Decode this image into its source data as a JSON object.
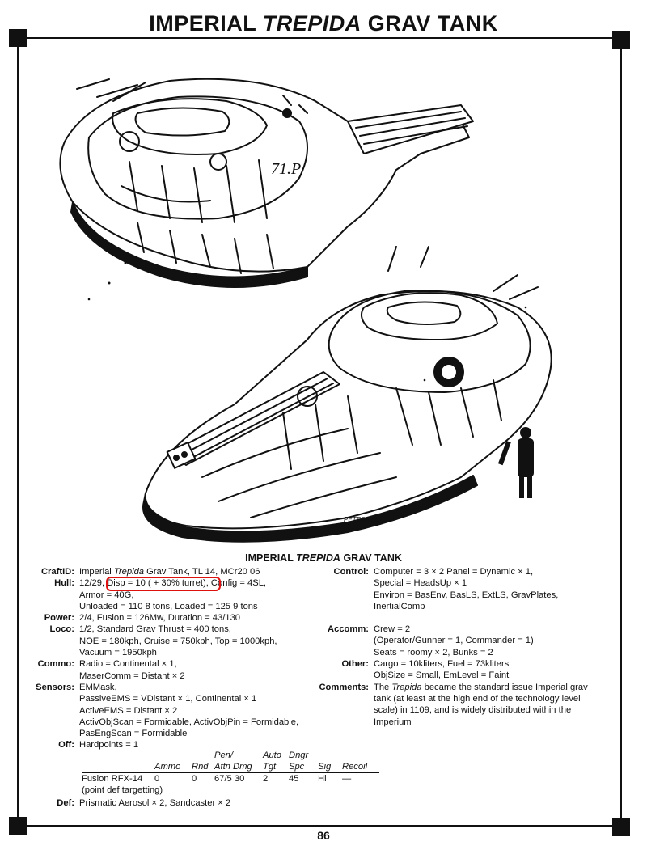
{
  "page": {
    "title_pre": "IMPERIAL ",
    "title_it": "TREPIDA",
    "title_post": " GRAV TANK",
    "page_number": "86"
  },
  "art": {
    "sig1": "PETERS 88",
    "sig2": "PETERS 88",
    "hull_mark": "71.P"
  },
  "block": {
    "title_pre": "IMPERIAL ",
    "title_it": "TREPIDA",
    "title_post": " GRAV TANK"
  },
  "left": {
    "craftid_label": "CraftID:",
    "craftid_pre": "Imperial ",
    "craftid_it": "Trepida",
    "craftid_post": " Grav Tank, TL 14, MCr20 06",
    "hull_label": "Hull:",
    "hull_a": "12/29,",
    "hull_disp": "Disp = 10 ( + 30% turret),",
    "hull_b": " Config = 4SL,",
    "hull_2": "Armor = 40G,",
    "hull_3": "Unloaded = 110 8 tons, Loaded = 125 9 tons",
    "power_label": "Power:",
    "power": "2/4, Fusion = 126Mw, Duration = 43/130",
    "loco_label": "Loco:",
    "loco_1": "1/2, Standard Grav Thrust = 400 tons,",
    "loco_2": "NOE = 180kph, Cruise = 750kph, Top = 1000kph,",
    "loco_3": "Vacuum = 1950kph",
    "commo_label": "Commo:",
    "commo_1": "Radio = Continental × 1,",
    "commo_2": "MaserComm = Distant × 2",
    "sensors_label": "Sensors:",
    "sensors_1": "EMMask,",
    "sensors_2": "PassiveEMS = VDistant × 1, Continental × 1",
    "sensors_3": "ActiveEMS = Distant × 2",
    "sensors_4": "ActivObjScan = Formidable, ActivObjPin = Formidable,",
    "sensors_5": "PasEngScan = Formidable",
    "off_label": "Off:",
    "off": "Hardpoints = 1",
    "def_label": "Def:",
    "def": "Prismatic Aerosol × 2, Sandcaster × 2"
  },
  "weapons": {
    "h1_attn": "Pen/",
    "h1_tgt": "Auto",
    "h1_spc": "Dngr",
    "h2_ammo": "Ammo",
    "h2_rnd": "Rnd",
    "h2_attn": "Attn Dmg",
    "h2_tgt": "Tgt",
    "h2_spc": "Spc",
    "h2_sig": "Sig",
    "h2_recoil": "Recoil",
    "w_name": "Fusion RFX-14",
    "w_ammo": "0",
    "w_rnd": "0",
    "w_attn": "67/5 30",
    "w_tgt": "2",
    "w_spc": "45",
    "w_sig": "Hi",
    "w_recoil": "—",
    "w_note": "(point def targetting)"
  },
  "right": {
    "control_label": "Control:",
    "control_1": "Computer = 3 × 2 Panel = Dynamic × 1,",
    "control_2": "Special = HeadsUp × 1",
    "control_3": "Environ = BasEnv, BasLS, ExtLS, GravPlates,",
    "control_4": "InertialComp",
    "accomm_label": "Accomm:",
    "accomm_1": "Crew = 2",
    "accomm_2": "(Operator/Gunner = 1, Commander = 1)",
    "accomm_3": "Seats = roomy × 2, Bunks = 2",
    "other_label": "Other:",
    "other_1": "Cargo = 10kliters, Fuel = 73kliters",
    "other_2": "ObjSize = Small, EmLevel = Faint",
    "comments_label": "Comments:",
    "comments_pre": "The ",
    "comments_it": "Trepida",
    "comments_1": " became the standard issue Imperial grav",
    "comments_2": "tank (at least at the high end of the technology level",
    "comments_3": "scale) in 1109, and is widely distributed within the",
    "comments_4": "Imperium"
  }
}
